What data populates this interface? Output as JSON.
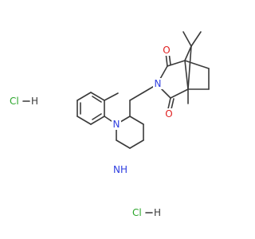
{
  "molecule": {
    "atoms": {
      "n_piperazine_1": "N",
      "nh_piperazine_4": "NH",
      "n_imide": "N",
      "o_top": "O",
      "o_bottom": "O"
    },
    "salts": [
      {
        "label": "Cl",
        "h": "H"
      },
      {
        "label": "Cl",
        "h": "H"
      }
    ],
    "colors": {
      "bond": "#3a3a3a",
      "nitrogen": "#2f3fe0",
      "oxygen": "#e02020",
      "chlorine": "#2aa52a",
      "hydrogen": "#3a3a3a"
    }
  }
}
